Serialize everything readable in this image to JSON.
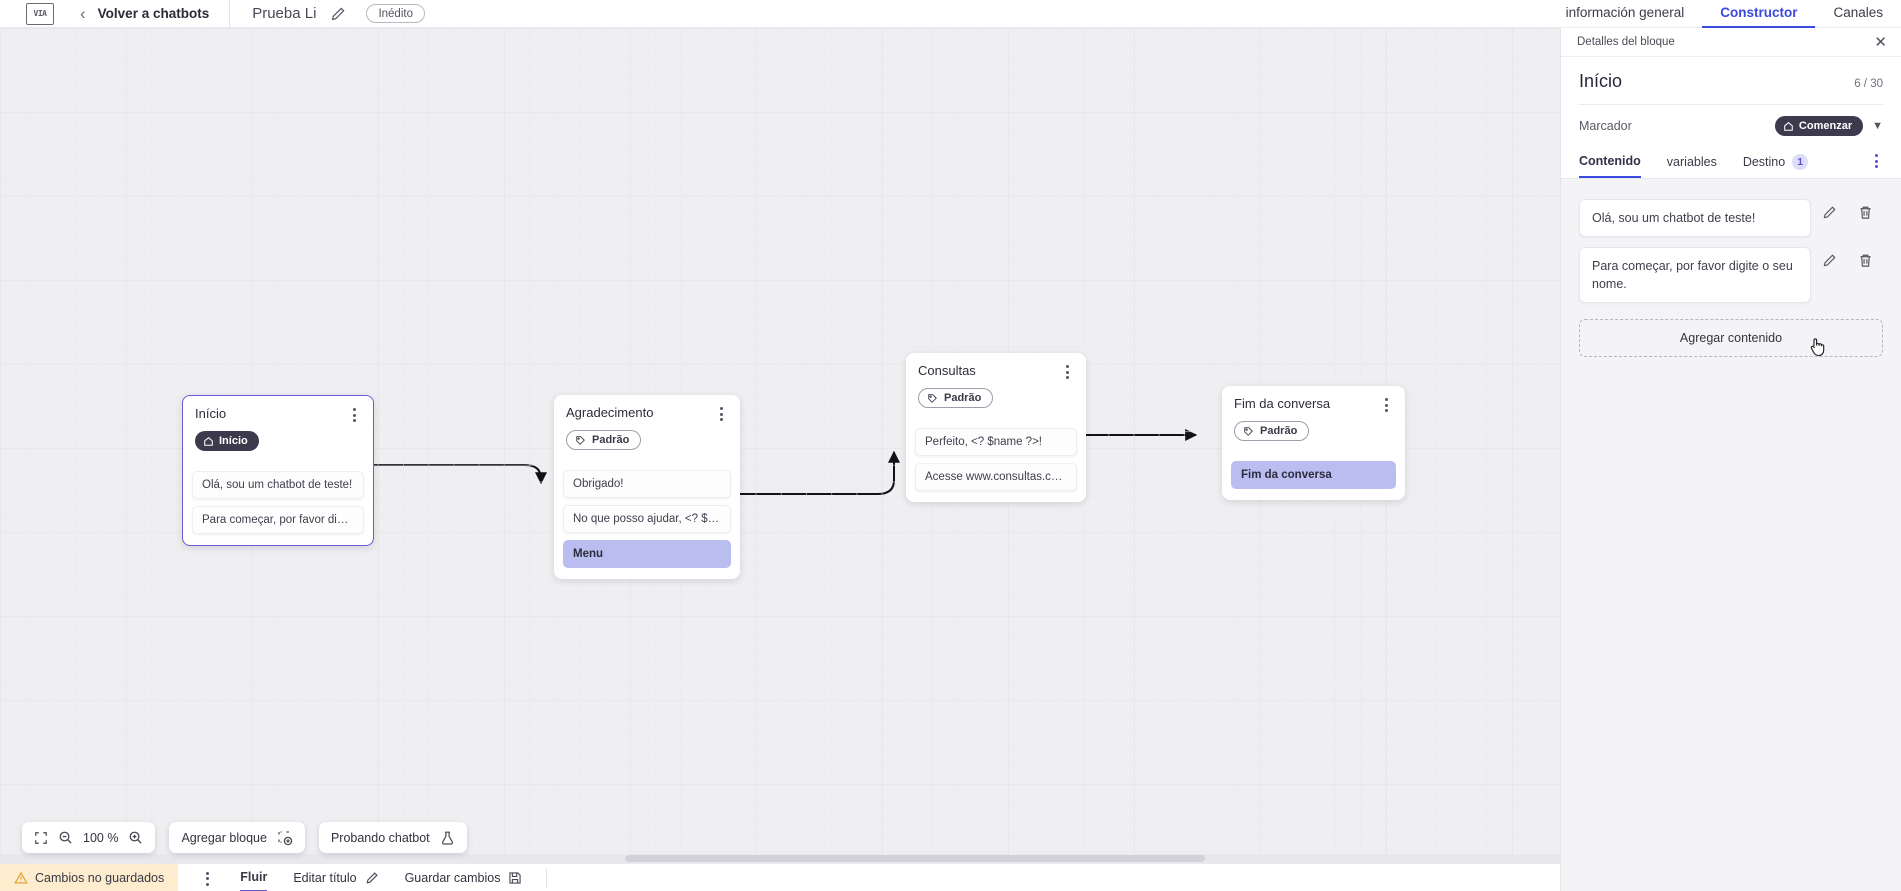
{
  "topbar": {
    "logo_text": "VIA",
    "back_label": "Volver a chatbots",
    "bot_name": "Prueba Li",
    "status_pill": "Inédito",
    "tabs": [
      {
        "label": "información general",
        "active": false
      },
      {
        "label": "Constructor",
        "active": true
      },
      {
        "label": "Canales",
        "active": false
      }
    ]
  },
  "canvas": {
    "blocks": [
      {
        "title": "Início",
        "badge": "Início",
        "badge_type": "dark",
        "badge_icon": "home-icon",
        "selected": true,
        "messages": [
          {
            "text": "Olá, sou um chatbot de teste!",
            "accent": false
          },
          {
            "text": "Para começar, por favor digite o ...",
            "accent": false
          }
        ]
      },
      {
        "title": "Agradecimento",
        "badge": "Padrão",
        "badge_type": "outline",
        "badge_icon": "tag-icon",
        "selected": false,
        "messages": [
          {
            "text": "Obrigado!",
            "accent": false
          },
          {
            "text": "No que posso ajudar, <? $name ...",
            "accent": false
          },
          {
            "text": "Menu",
            "accent": true
          }
        ]
      },
      {
        "title": "Consultas",
        "badge": "Padrão",
        "badge_type": "outline",
        "badge_icon": "tag-icon",
        "selected": false,
        "messages": [
          {
            "text": "Perfeito, <? $name ?>!",
            "accent": false
          },
          {
            "text": "Acesse www.consultas.com par...",
            "accent": false
          }
        ]
      },
      {
        "title": "Fim da conversa",
        "badge": "Padrão",
        "badge_type": "outline",
        "badge_icon": "tag-icon",
        "selected": false,
        "messages": [
          {
            "text": "Fim da conversa",
            "accent": true
          }
        ]
      }
    ]
  },
  "toolbar": {
    "zoom_level": "100 %",
    "fit_icon": "fit-screen-icon",
    "zoom_out_icon": "zoom-out-icon",
    "zoom_in_icon": "zoom-in-icon",
    "add_block_label": "Agregar bloque",
    "add_block_icon": "add-block-icon",
    "test_bot_label": "Probando chatbot",
    "test_bot_icon": "flask-icon"
  },
  "statusbar": {
    "unsaved_label": "Cambios no guardados",
    "warning_icon": "warning-triangle-icon",
    "flow_label": "Fluir",
    "edit_title_label": "Editar título",
    "edit_title_icon": "pencil-icon",
    "save_label": "Guardar cambios",
    "save_icon": "save-disk-icon"
  },
  "panel": {
    "header_label": "Detalles del bloque",
    "close_icon": "close-icon",
    "title": "Início",
    "counter": "6 / 30",
    "marker_label": "Marcador",
    "marker_value": "Comenzar",
    "marker_icon": "home-icon",
    "tabs": [
      {
        "label": "Contenido",
        "active": true,
        "badge": ""
      },
      {
        "label": "variables",
        "active": false,
        "badge": ""
      },
      {
        "label": "Destino",
        "active": false,
        "badge": "1"
      }
    ],
    "contents": [
      {
        "text": "Olá, sou um chatbot de teste!"
      },
      {
        "text": "Para começar, por favor digite o seu nome."
      }
    ],
    "edit_icon": "pencil-icon",
    "delete_icon": "trash-icon",
    "add_content_label": "Agregar contenido"
  },
  "colors": {
    "accent_blue": "#3b49df",
    "accent_purple": "#6056c8",
    "badge_dark": "#3d3a4e",
    "msg_accent": "#b9bdef",
    "warn_bg": "#fdeccd"
  }
}
